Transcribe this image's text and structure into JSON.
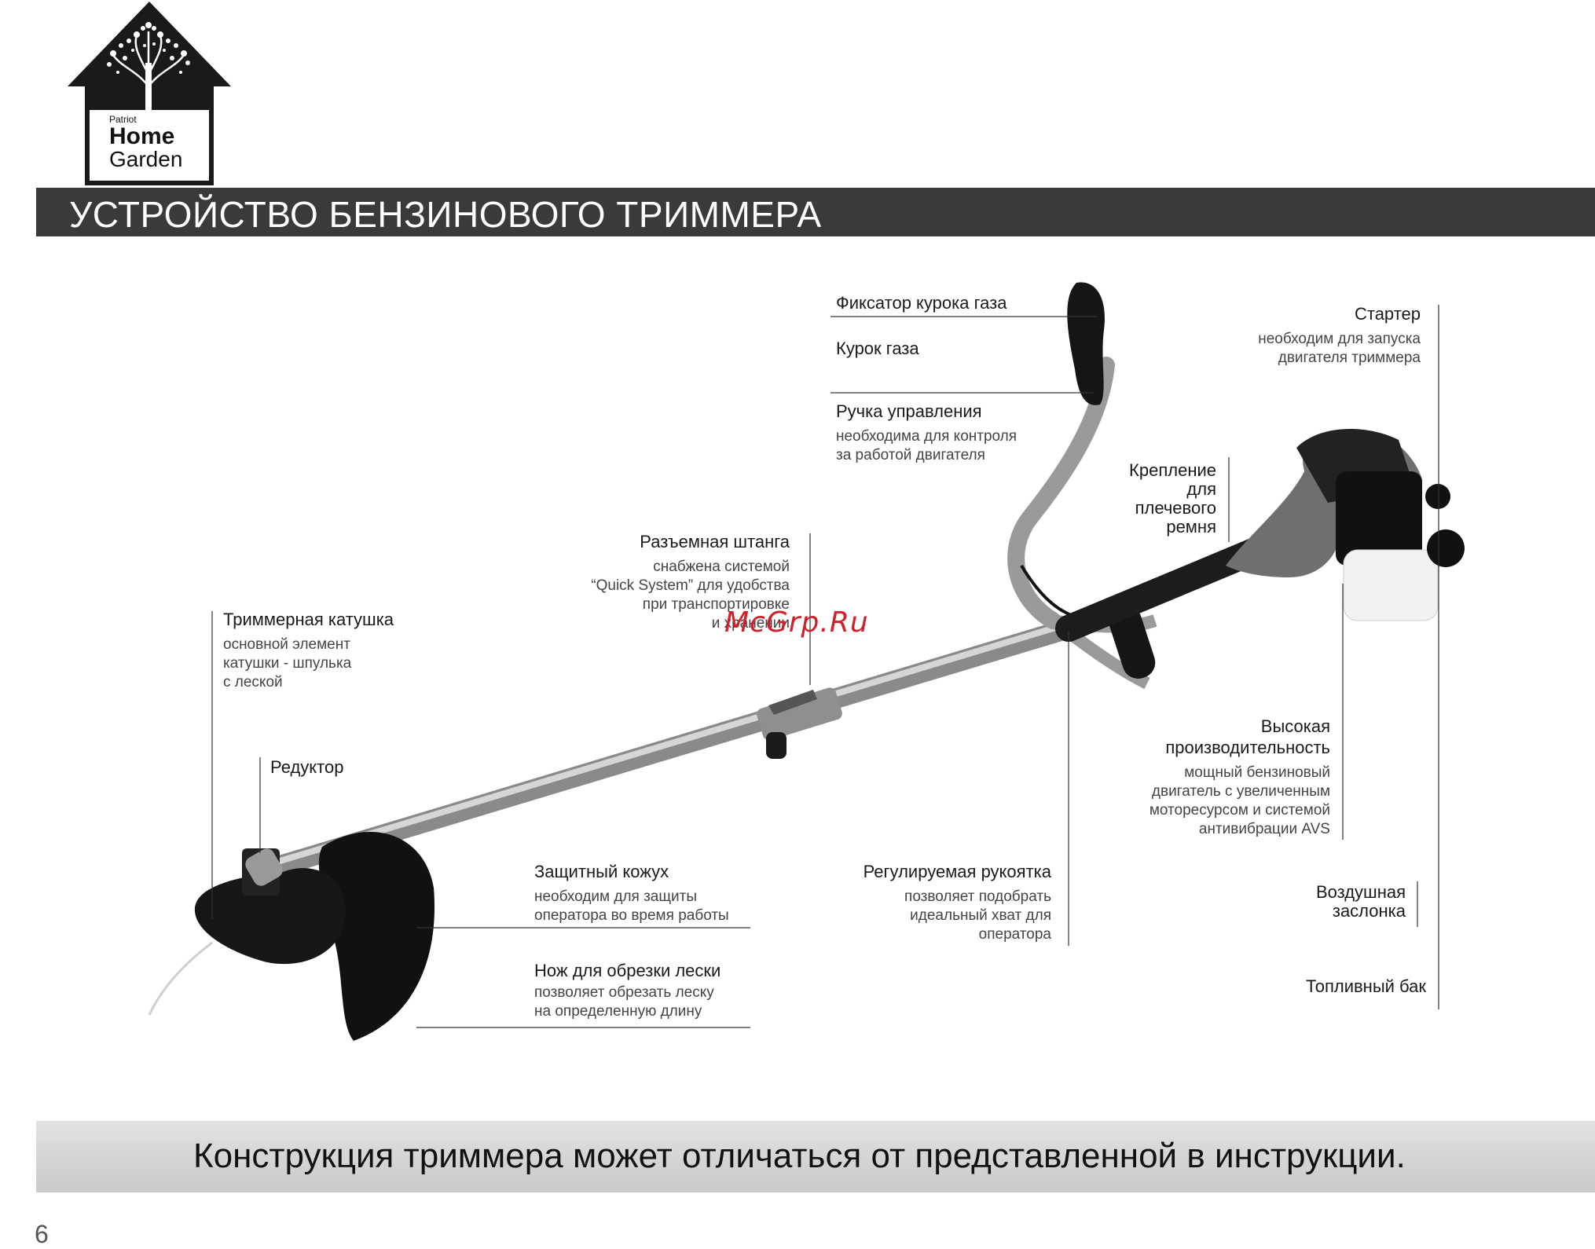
{
  "logo": {
    "brand": "Patriot",
    "line1": "Home",
    "line2": "Garden"
  },
  "title": "УСТРОЙСТВО БЕНЗИНОВОГО ТРИММЕРА",
  "callouts": {
    "trigger_lock": {
      "title": "Фиксатор курока газа"
    },
    "trigger": {
      "title": "Курок газа"
    },
    "control_handle": {
      "title": "Ручка управления",
      "desc1": "необходима для контроля",
      "desc2": "за работой двигателя"
    },
    "starter": {
      "title": "Стартер",
      "desc1": "необходим для запуска",
      "desc2": "двигателя триммера"
    },
    "strap_mount": {
      "line1": "Крепление",
      "line2": "для",
      "line3": "плечевого",
      "line4": "ремня"
    },
    "split_shaft": {
      "title": "Разъемная штанга",
      "desc1": "снабжена системой",
      "desc2": "“Quick System” для удобства",
      "desc3": "при транспортировке",
      "desc4": "и хранении"
    },
    "trimmer_head": {
      "title": "Триммерная катушка",
      "desc1": "основной элемент",
      "desc2": "катушки - шпулька",
      "desc3": "с леской"
    },
    "gearbox": {
      "title": "Редуктор"
    },
    "high_performance": {
      "line1": "Высокая",
      "line2": "производительность",
      "desc1": "мощный бензиновый",
      "desc2": "двигатель с увеличенным",
      "desc3": "моторесурсом и системой",
      "desc4": "антивибрации AVS"
    },
    "guard": {
      "title": "Защитный кожух",
      "desc1": "необходим для защиты",
      "desc2": "оператора во время работы"
    },
    "adjustable_handle": {
      "title": "Регулируемая рукоятка",
      "desc1": "позволяет подобрать",
      "desc2": "идеальный хват для",
      "desc3": "оператора"
    },
    "air_choke": {
      "line1": "Воздушная",
      "line2": "заслонка"
    },
    "line_cutter": {
      "title": "Нож для обрезки лески",
      "desc1": "позволяет обрезать леску",
      "desc2": "на определенную длину"
    },
    "fuel_tank": {
      "title": "Топливный бак"
    }
  },
  "watermark": "McGrp.Ru",
  "footer_note": "Конструкция триммера может отличаться от представленной в инструкции.",
  "page_number": "6",
  "colors": {
    "title_bar": "#3a3a3a",
    "footer_bar": "#d4d4d4",
    "watermark": "#d0202a"
  }
}
